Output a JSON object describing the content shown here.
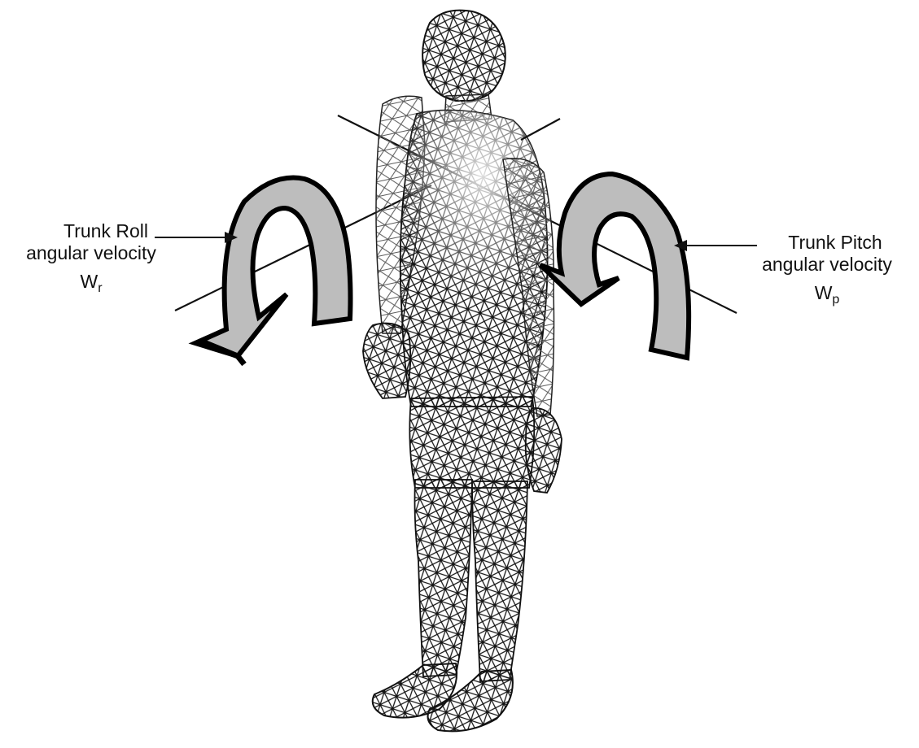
{
  "figure": {
    "subject": "wireframe human body mesh",
    "colors": {
      "mesh_stroke": "#141414",
      "arrow_fill": "#bdbdbd",
      "arrow_outline": "#000000",
      "text": "#111111",
      "background": "#ffffff"
    }
  },
  "labels": {
    "roll": {
      "title": "Trunk Roll",
      "subtitle": "angular velocity",
      "symbol": "W",
      "subscript": "r"
    },
    "pitch": {
      "title": "Trunk Pitch",
      "subtitle": "angular velocity",
      "symbol": "W",
      "subscript": "p"
    }
  },
  "icons": {
    "roll_arrow": "curved-arrow-icon",
    "pitch_arrow": "curved-arrow-icon"
  }
}
